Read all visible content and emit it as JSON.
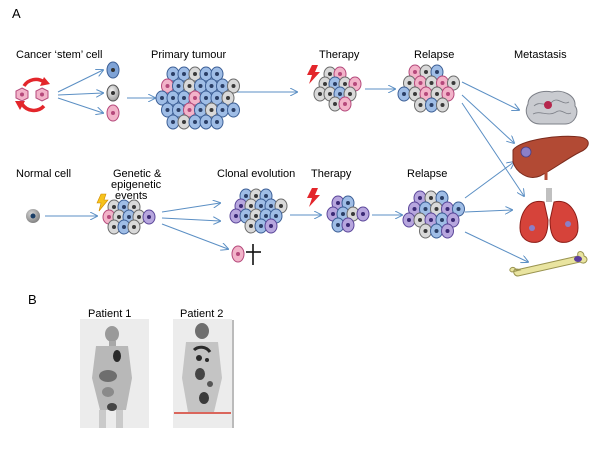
{
  "panel_a": {
    "letter": "A",
    "top_row": {
      "cancer_stem_cell": "Cancer ‘stem’ cell",
      "primary_tumour": "Primary tumour",
      "therapy": "Therapy",
      "relapse": "Relapse",
      "metastasis": "Metastasis"
    },
    "bottom_row": {
      "normal_cell": "Normal cell",
      "genetic_line1": "Genetic &",
      "genetic_line2": "epigenetic",
      "genetic_line3": "events",
      "clonal_evolution": "Clonal evolution",
      "therapy": "Therapy",
      "relapse": "Relapse"
    }
  },
  "panel_b": {
    "letter": "B",
    "patient1": "Patient 1",
    "patient2": "Patient 2"
  },
  "colors": {
    "arrow": "#5b8fc4",
    "stem_cell": "#f2b3c9",
    "therapy_bolt": "#e3262b",
    "clone_purple": "#9b86c8",
    "tumour_blue": "#7fa3d6",
    "scan_marker": "#d33a2c"
  }
}
